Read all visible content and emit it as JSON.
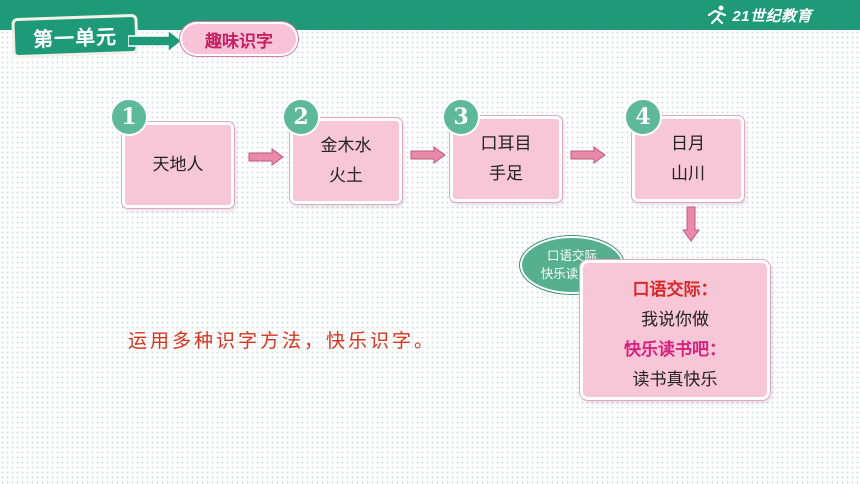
{
  "header": {
    "logo_text": "21世纪教育",
    "unit_title": "第一单元",
    "topic_title": "趣味识字"
  },
  "steps": [
    {
      "number": "1",
      "text": "天地人"
    },
    {
      "number": "2",
      "text": "金木水\n火土"
    },
    {
      "number": "3",
      "text": "口耳目\n手足"
    },
    {
      "number": "4",
      "text": "日月\n山川"
    }
  ],
  "oral_bubble": {
    "text": "口语交际\n快乐读书吧"
  },
  "summary": {
    "heading1": "口语交际：",
    "item1": "我说你做",
    "heading2": "快乐读书吧：",
    "item2": "读书真快乐"
  },
  "main_sentence": "运用多种识字方法，快乐识字。",
  "colors": {
    "accent_green": "#1e9a78",
    "card_pink": "#f7c6d7",
    "text_red": "#d6341d",
    "number_green": "#5eb89a"
  }
}
